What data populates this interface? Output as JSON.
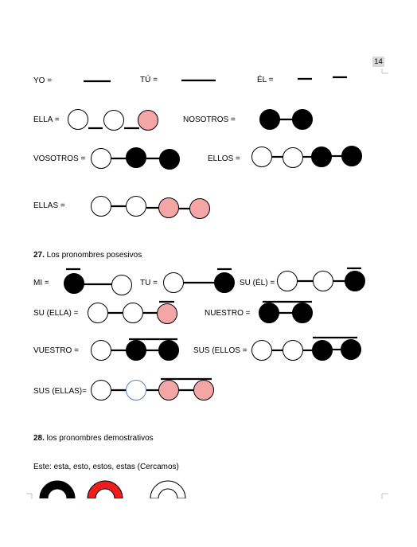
{
  "page_number": "14",
  "colors": {
    "black": "#000000",
    "pink": "#f4a6a6",
    "red": "#ee1c1c",
    "white": "#ffffff",
    "page_number_bg": "#d9d9d9"
  },
  "personal": {
    "yo": "YO =",
    "tu": "TÚ =",
    "el": "ÉL =",
    "ella": "ELLA =",
    "nosotros": "NOSOTROS =",
    "vosotros": "VOSOTROS =",
    "ellos": "ELLOS =",
    "ellas": "ELLAS ="
  },
  "section27": {
    "number": "27.",
    "title": " Los pronombres posesivos"
  },
  "possessive": {
    "mi": "MI =",
    "tu": "TU =",
    "su_el": "SU (ÉL) =",
    "su_ella": "SU (ELLA) =",
    "nuestro": "NUESTRO =",
    "vuestro": "VUESTRO =",
    "sus_ellos": "SUS (ELLOS =",
    "sus_ellas": "SUS (ELLAS)="
  },
  "section28": {
    "number": "28.",
    "title": " los pronombres demostrativos"
  },
  "demonstrative": {
    "line": "Este:   esta, esto,  estos, estas (Cercamos)"
  }
}
